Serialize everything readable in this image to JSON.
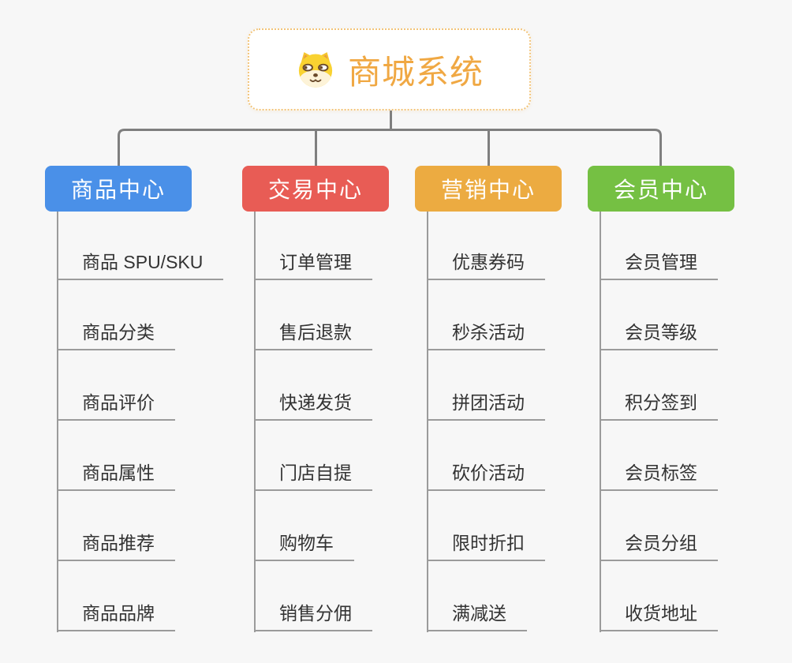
{
  "root": {
    "title": "商城系统",
    "icon": "dog-face-icon",
    "title_color": "#f0a843",
    "border_color": "#f2c479"
  },
  "branches": [
    {
      "label": "商品中心",
      "color": "#4a90e8",
      "items": [
        "商品 SPU/SKU",
        "商品分类",
        "商品评价",
        "商品属性",
        "商品推荐",
        "商品品牌"
      ]
    },
    {
      "label": "交易中心",
      "color": "#e85c55",
      "items": [
        "订单管理",
        "售后退款",
        "快递发货",
        "门店自提",
        "购物车",
        "销售分佣"
      ]
    },
    {
      "label": "营销中心",
      "color": "#ecab41",
      "items": [
        "优惠券码",
        "秒杀活动",
        "拼团活动",
        "砍价活动",
        "限时折扣",
        "满减送"
      ]
    },
    {
      "label": "会员中心",
      "color": "#75c043",
      "items": [
        "会员管理",
        "会员等级",
        "积分签到",
        "会员标签",
        "会员分组",
        "收货地址"
      ]
    }
  ],
  "colors": {
    "background": "#f7f7f7",
    "tree_line": "#7f7f7f",
    "leaf_line": "#9b9b9b",
    "leaf_text": "#333333"
  }
}
